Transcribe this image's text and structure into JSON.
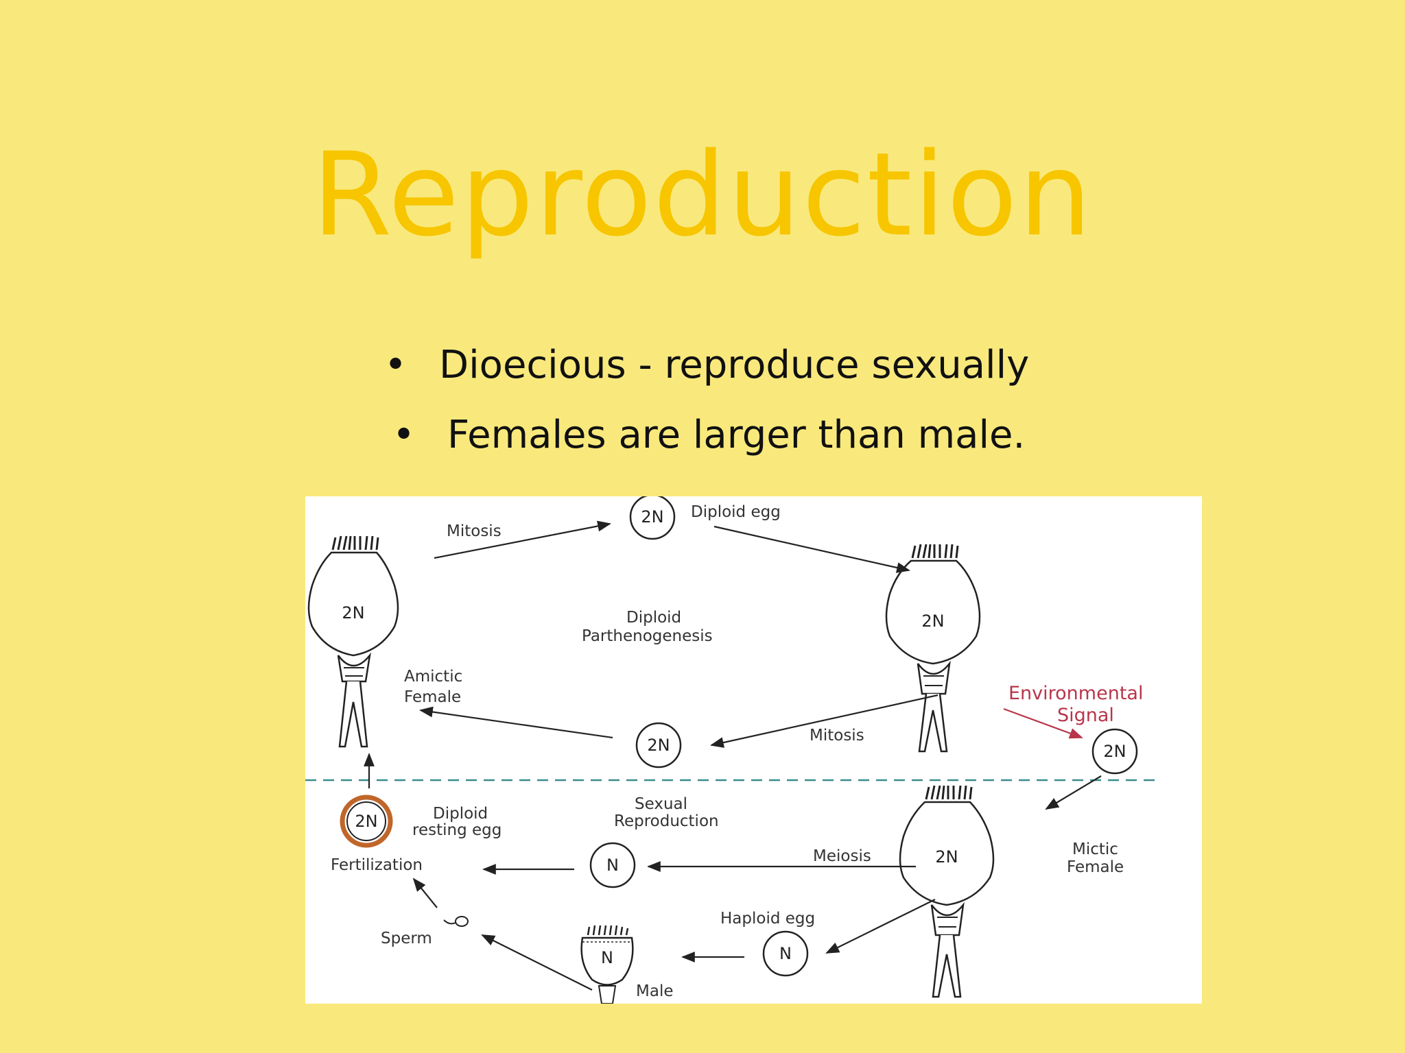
{
  "slide": {
    "title": "Reproduction",
    "bullets": [
      "Dioecious - reproduce sexually",
      "Females are larger than male."
    ]
  },
  "diagram": {
    "labels": {
      "mitosis_top": "Mitosis",
      "diploid_egg": "Diploid egg",
      "diploid": "Diploid",
      "parthenogenesis": "Parthenogenesis",
      "amictic": "Amictic",
      "female1": "Female",
      "environmental": "Environmental",
      "signal": "Signal",
      "mitosis_mid": "Mitosis",
      "sexual": "Sexual",
      "reproduction": "Reproduction",
      "diploid2": "Diploid",
      "resting_egg": "resting egg",
      "fertilization": "Fertilization",
      "meiosis": "Meiosis",
      "mictic": "Mictic",
      "female2": "Female",
      "haploid_egg": "Haploid egg",
      "sperm": "Sperm",
      "male": "Male"
    },
    "ploidy": {
      "amictic_female": "2N",
      "top_female": "2N",
      "mictic_female": "2N",
      "male": "N",
      "egg_top": "2N",
      "egg_mid": "2N",
      "egg_signal": "2N",
      "resting_egg": "2N",
      "egg_meiosis": "N",
      "egg_haploid": "N"
    },
    "colors": {
      "signal": "#b8354a",
      "divider": "#3a8c8c",
      "resting_ring": "#c0662a"
    }
  }
}
